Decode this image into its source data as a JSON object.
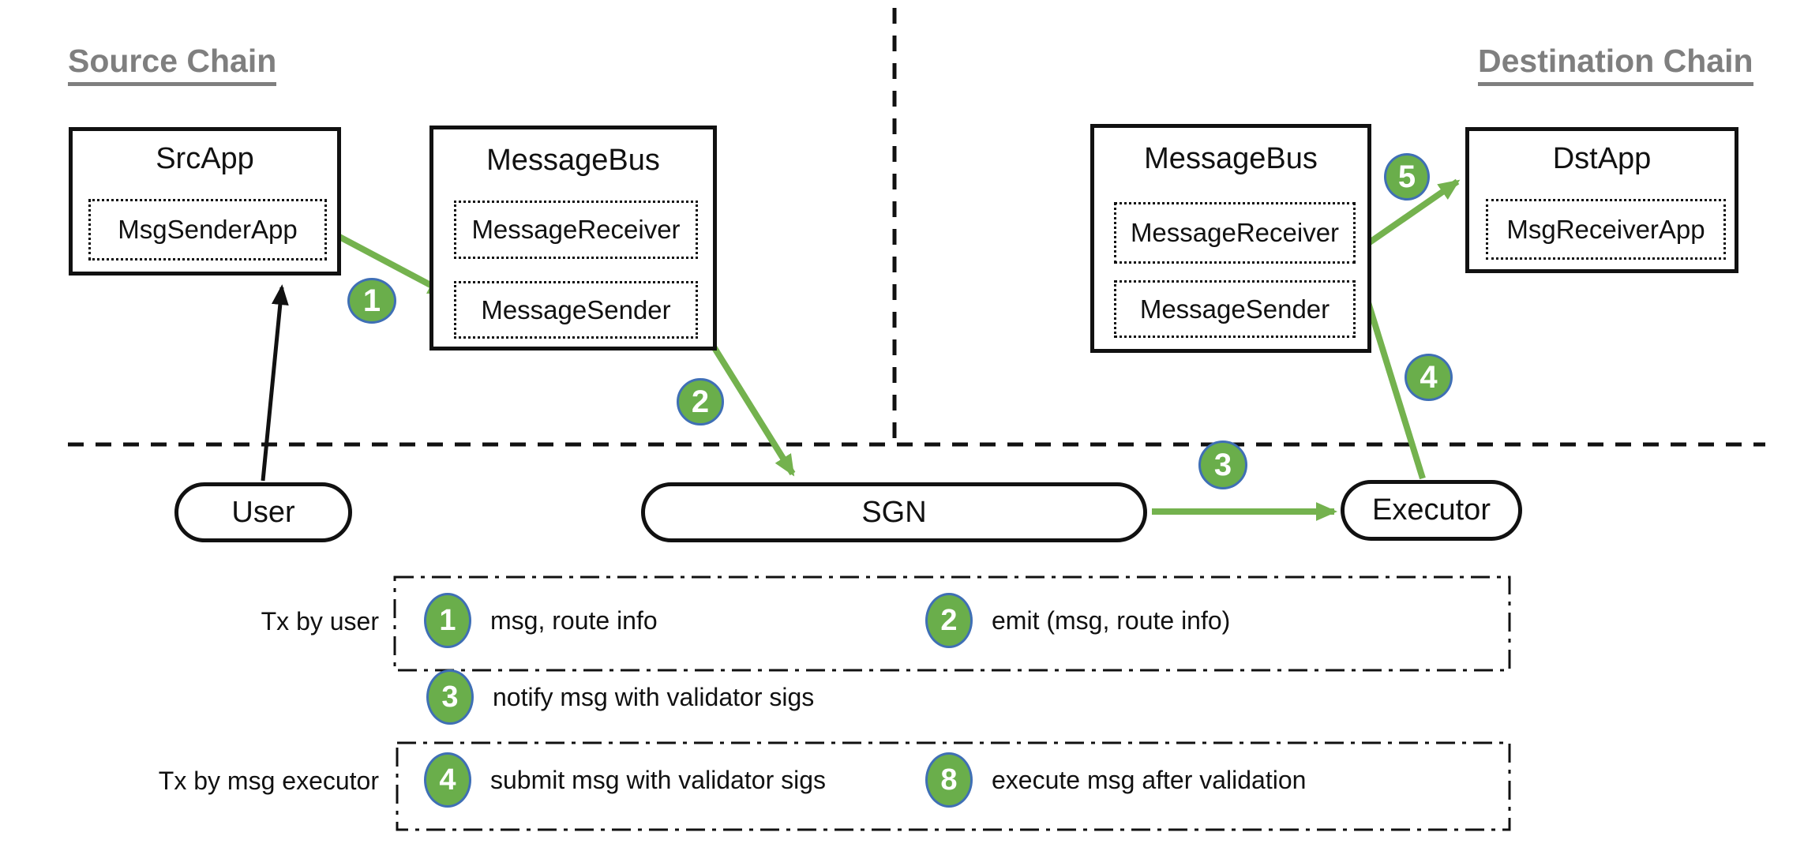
{
  "headings": {
    "source": "Source Chain",
    "destination": "Destination Chain"
  },
  "source_chain": {
    "src_app": {
      "title": "SrcApp",
      "inner": "MsgSenderApp"
    },
    "message_bus": {
      "title": "MessageBus",
      "receiver": "MessageReceiver",
      "sender": "MessageSender"
    }
  },
  "destination_chain": {
    "message_bus": {
      "title": "MessageBus",
      "receiver": "MessageReceiver",
      "sender": "MessageSender"
    },
    "dst_app": {
      "title": "DstApp",
      "inner": "MsgReceiverApp"
    }
  },
  "actors": {
    "user": "User",
    "sgn": "SGN",
    "executor": "Executor"
  },
  "diagram_badges": [
    "1",
    "2",
    "3",
    "4",
    "5"
  ],
  "legend": {
    "tx_by_user_label": "Tx by user",
    "tx_by_executor_label": "Tx by msg executor",
    "items": [
      {
        "num": "1",
        "text": "msg, route info"
      },
      {
        "num": "2",
        "text": "emit (msg, route info)"
      },
      {
        "num": "3",
        "text": "notify msg with validator sigs"
      },
      {
        "num": "4",
        "text": "submit msg with validator sigs"
      },
      {
        "num": "8",
        "text": "execute msg after validation"
      }
    ]
  },
  "colors": {
    "green_fill": "#6aae4b",
    "badge_ring": "#3f6fb5",
    "arrow_green": "#74b24e",
    "heading_gray": "#7f7f7f",
    "line_black": "#111111"
  }
}
